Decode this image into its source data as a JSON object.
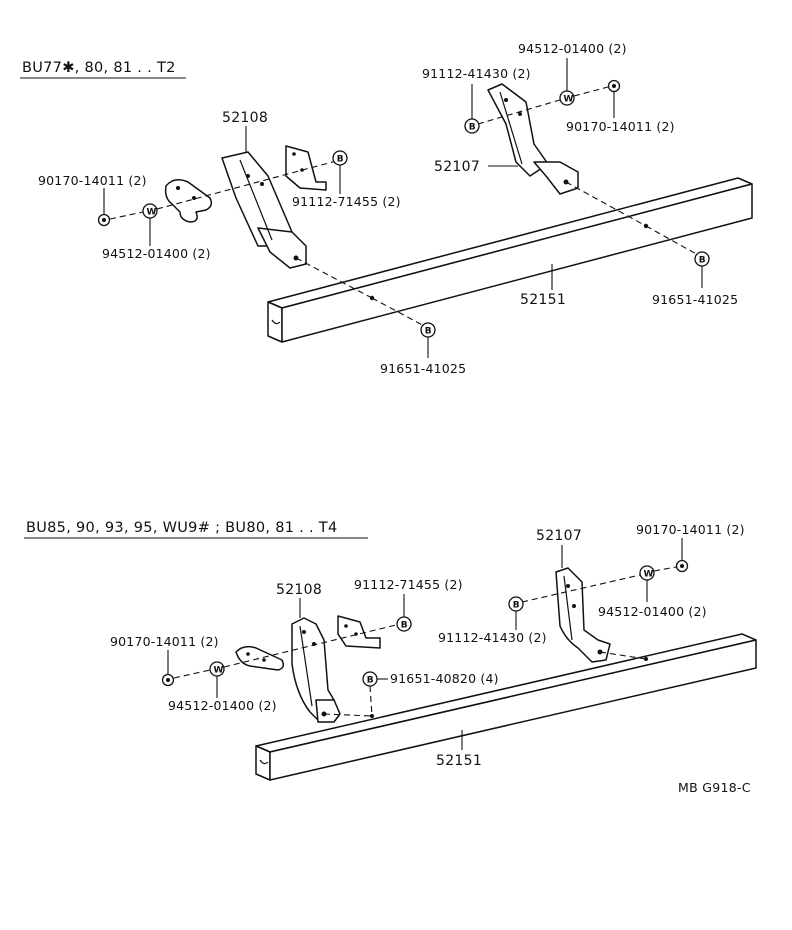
{
  "headers": {
    "top": "BU77✱, 80, 81 . . T2",
    "bottom": "BU85, 90, 93, 95, WU9# ; BU80, 81 . . T4"
  },
  "top": {
    "p52108": "52108",
    "p52107": "52107",
    "p52151": "52151",
    "n_90170": "90170-14011 (2)",
    "n_94512_left": "94512-01400 (2)",
    "n_91112_71455": "91112-71455 (2)",
    "n_94512_right": "94512-01400 (2)",
    "n_91112_41430": "91112-41430 (2)",
    "n_90170_right": "90170-14011 (2)",
    "n_91651_right": "91651-41025",
    "n_91651_bottom": "91651-41025"
  },
  "bottom": {
    "p52108": "52108",
    "p52107": "52107",
    "p52151": "52151",
    "n_91112_71455": "91112-71455 (2)",
    "n_90170_left": "90170-14011 (2)",
    "n_94512_left": "94512-01400 (2)",
    "n_91651_40820": "91651-40820 (4)",
    "n_90170_right": "90170-14011 (2)",
    "n_94512_right": "94512-01400 (2)",
    "n_91112_41430": "91112-41430 (2)"
  },
  "symbols": {
    "bolt": "B",
    "washer": "W"
  },
  "reference": "MB G918-C"
}
